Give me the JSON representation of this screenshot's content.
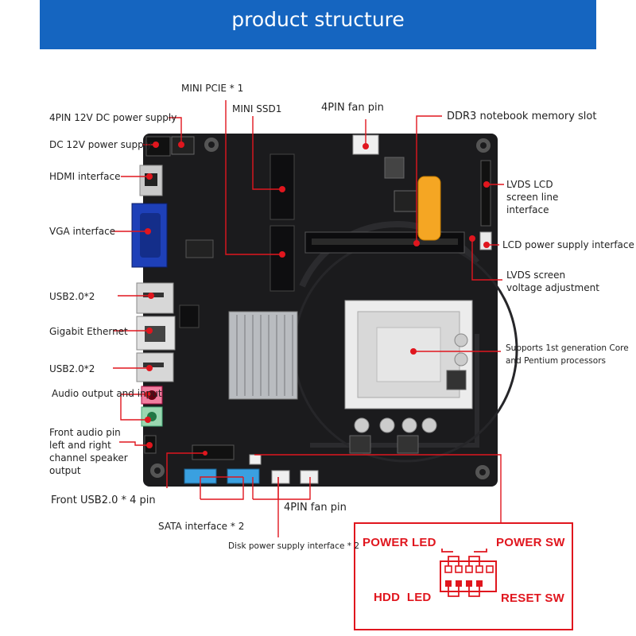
{
  "header": {
    "title": "product structure"
  },
  "colors": {
    "header_bg": "#1565c0",
    "leader_line": "#e0161e",
    "board": "#1b1b1d"
  },
  "labels": {
    "mini_pcie": "MINI PCIE * 1",
    "mini_ssd": "MINI SSD1",
    "fan_pin_top": "4PIN fan pin",
    "ddr3": "DDR3 notebook memory slot",
    "dc_12v_supply": "4PIN 12V DC power supply",
    "dc_12v": "DC 12V power supply",
    "hdmi": "HDMI interface",
    "vga": "VGA interface",
    "usb_top": "USB2.0*2",
    "ethernet": "Gigabit Ethernet",
    "usb_bottom": "USB2.0*2",
    "audio_out": "Audio output and input",
    "front_audio": "Front audio pin left and right channel speaker output",
    "front_usb": "Front USB2.0 * 4 pin",
    "sata": "SATA interface * 2",
    "disk_power": "Disk power supply interface * 2",
    "fan_pin_bottom": "4PIN fan pin",
    "lvds_line": "LVDS LCD screen line interface",
    "lcd_power": "LCD power supply interface",
    "lvds_voltage": "LVDS screen voltage adjustment",
    "cpu_support": "Supports 1st generation Core and Pentium processors"
  },
  "front_panel": {
    "power_led": "POWER LED",
    "power_sw": "POWER SW",
    "hdd_led": "HDD  LED",
    "reset_sw": "RESET SW"
  }
}
